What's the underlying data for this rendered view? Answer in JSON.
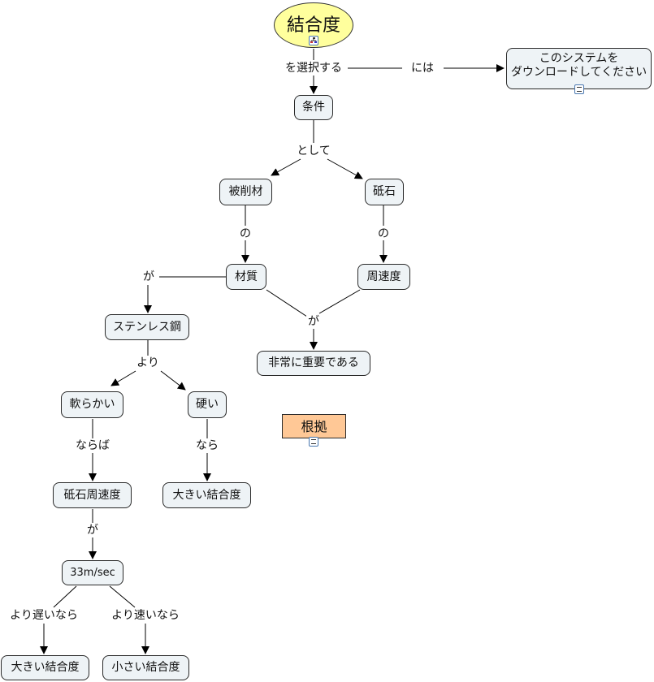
{
  "concept_map": {
    "root": "結合度",
    "nodes": {
      "download": [
        "このシステムを",
        "ダウンロードしてください"
      ],
      "conditions": "条件",
      "workpiece": "被削材",
      "grindstone": "砥石",
      "material": "材質",
      "peripheral_speed": "周速度",
      "very_important": "非常に重要である",
      "stainless": "ステンレス鋼",
      "soft": "軟らかい",
      "hard": "硬い",
      "grindstone_speed": "砥石周速度",
      "large_bond_1": "大きい結合度",
      "speed_value": "33m/sec",
      "large_bond_2": "大きい結合度",
      "small_bond": "小さい結合度",
      "basis": "根拠"
    },
    "links": {
      "select": "を選択する",
      "to_do": "には",
      "as": "として",
      "of_1": "の",
      "of_2": "の",
      "ga_1": "が",
      "ga_2": "が",
      "than": "より",
      "if_then": "ならば",
      "if": "なら",
      "ga_3": "が",
      "slower": "より遅いなら",
      "faster": "より速いなら"
    },
    "icons": {
      "root": "submap-icon",
      "download": "document-icon",
      "basis": "document-icon"
    },
    "colors": {
      "root_fill": "#ffff9d",
      "node_fill": "#eef3f6",
      "basis_fill": "#ffc896"
    }
  }
}
